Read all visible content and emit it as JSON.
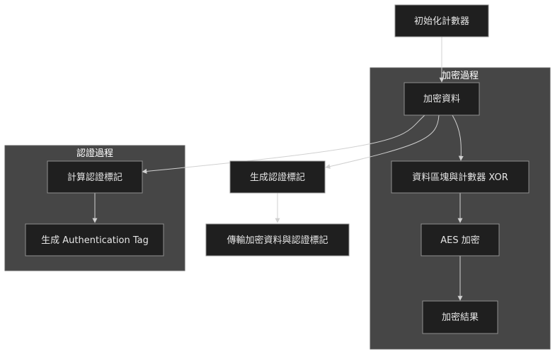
{
  "diagram": {
    "clusters": {
      "encryption": {
        "label": "加密過程"
      },
      "authentication": {
        "label": "認證過程"
      }
    },
    "nodes": {
      "init_counter": "初始化計數器",
      "encrypt_data": "加密資料",
      "block_xor": "資料區塊與計數器 XOR",
      "aes_encrypt": "AES 加密",
      "encrypt_result": "加密結果",
      "compute_tag": "計算認證標記",
      "gen_auth_tag": "生成 Authentication Tag",
      "gen_tag": "生成認證標記",
      "transmit": "傳輸加密資料與認證標記"
    },
    "colors": {
      "background": "#ffffff",
      "cluster_fill": "#464646",
      "node_fill": "#1f1f1f",
      "node_border": "#8f8f8f",
      "node_text": "#e6e6e6",
      "edge": "#d0d0d0"
    }
  }
}
